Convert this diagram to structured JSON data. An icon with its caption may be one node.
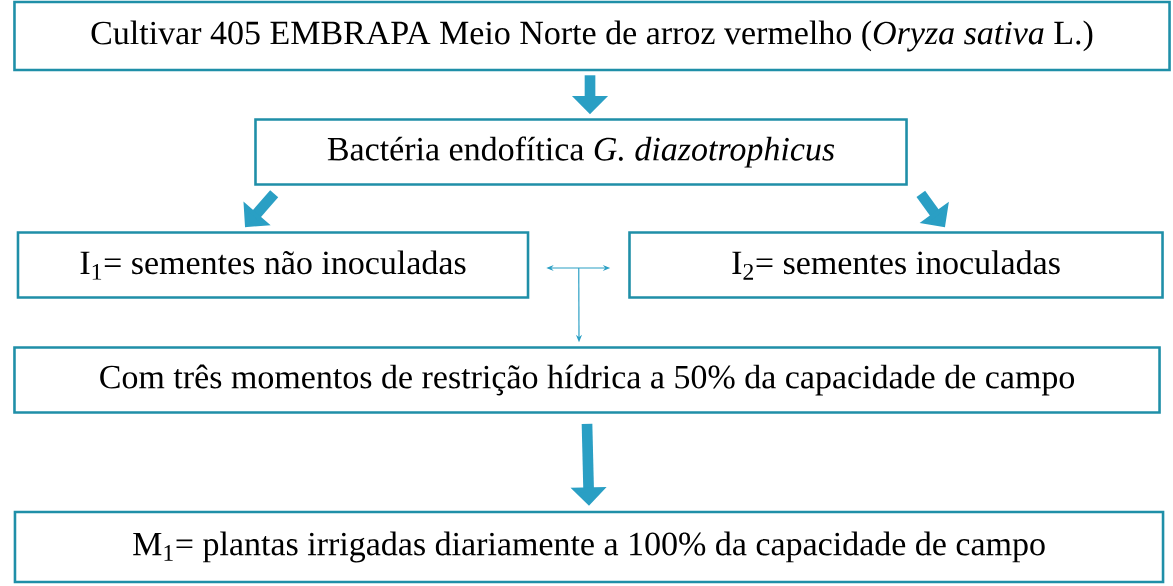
{
  "diagram": {
    "nodes": [
      {
        "text": [
          "Cultivar 405 EMBRAPA Meio Norte de arroz vermelho (*Oryza sativa* L.)"
        ]
      },
      {
        "text": [
          "Bactéria endofítica *G. diazotrophicus*"
        ]
      },
      {
        "text": [
          "I$_{1}$= sementes não inoculadas"
        ]
      },
      {
        "text": [
          "I$_{2}$= sementes inoculadas"
        ]
      },
      {
        "text": [
          "Com três momentos de restrição hídrica a 50% da capacidade de campo"
        ]
      },
      {
        "text": [
          "M$_{1}$= plantas irrigadas diariamente a 100% da capacidade de campo"
        ]
      }
    ],
    "edges": [
      {
        "from": 0,
        "to": 1,
        "arrow": "to"
      },
      {
        "from": 1,
        "to": 2,
        "arrow": "to"
      },
      {
        "from": 1,
        "to": 3,
        "arrow": "to"
      },
      {
        "from": 2,
        "to": 3,
        "arrow": "both"
      },
      {
        "from": null,
        "to": 4,
        "arrow": "to"
      },
      {
        "from": 4,
        "to": 5,
        "arrow": "to"
      }
    ]
  }
}
